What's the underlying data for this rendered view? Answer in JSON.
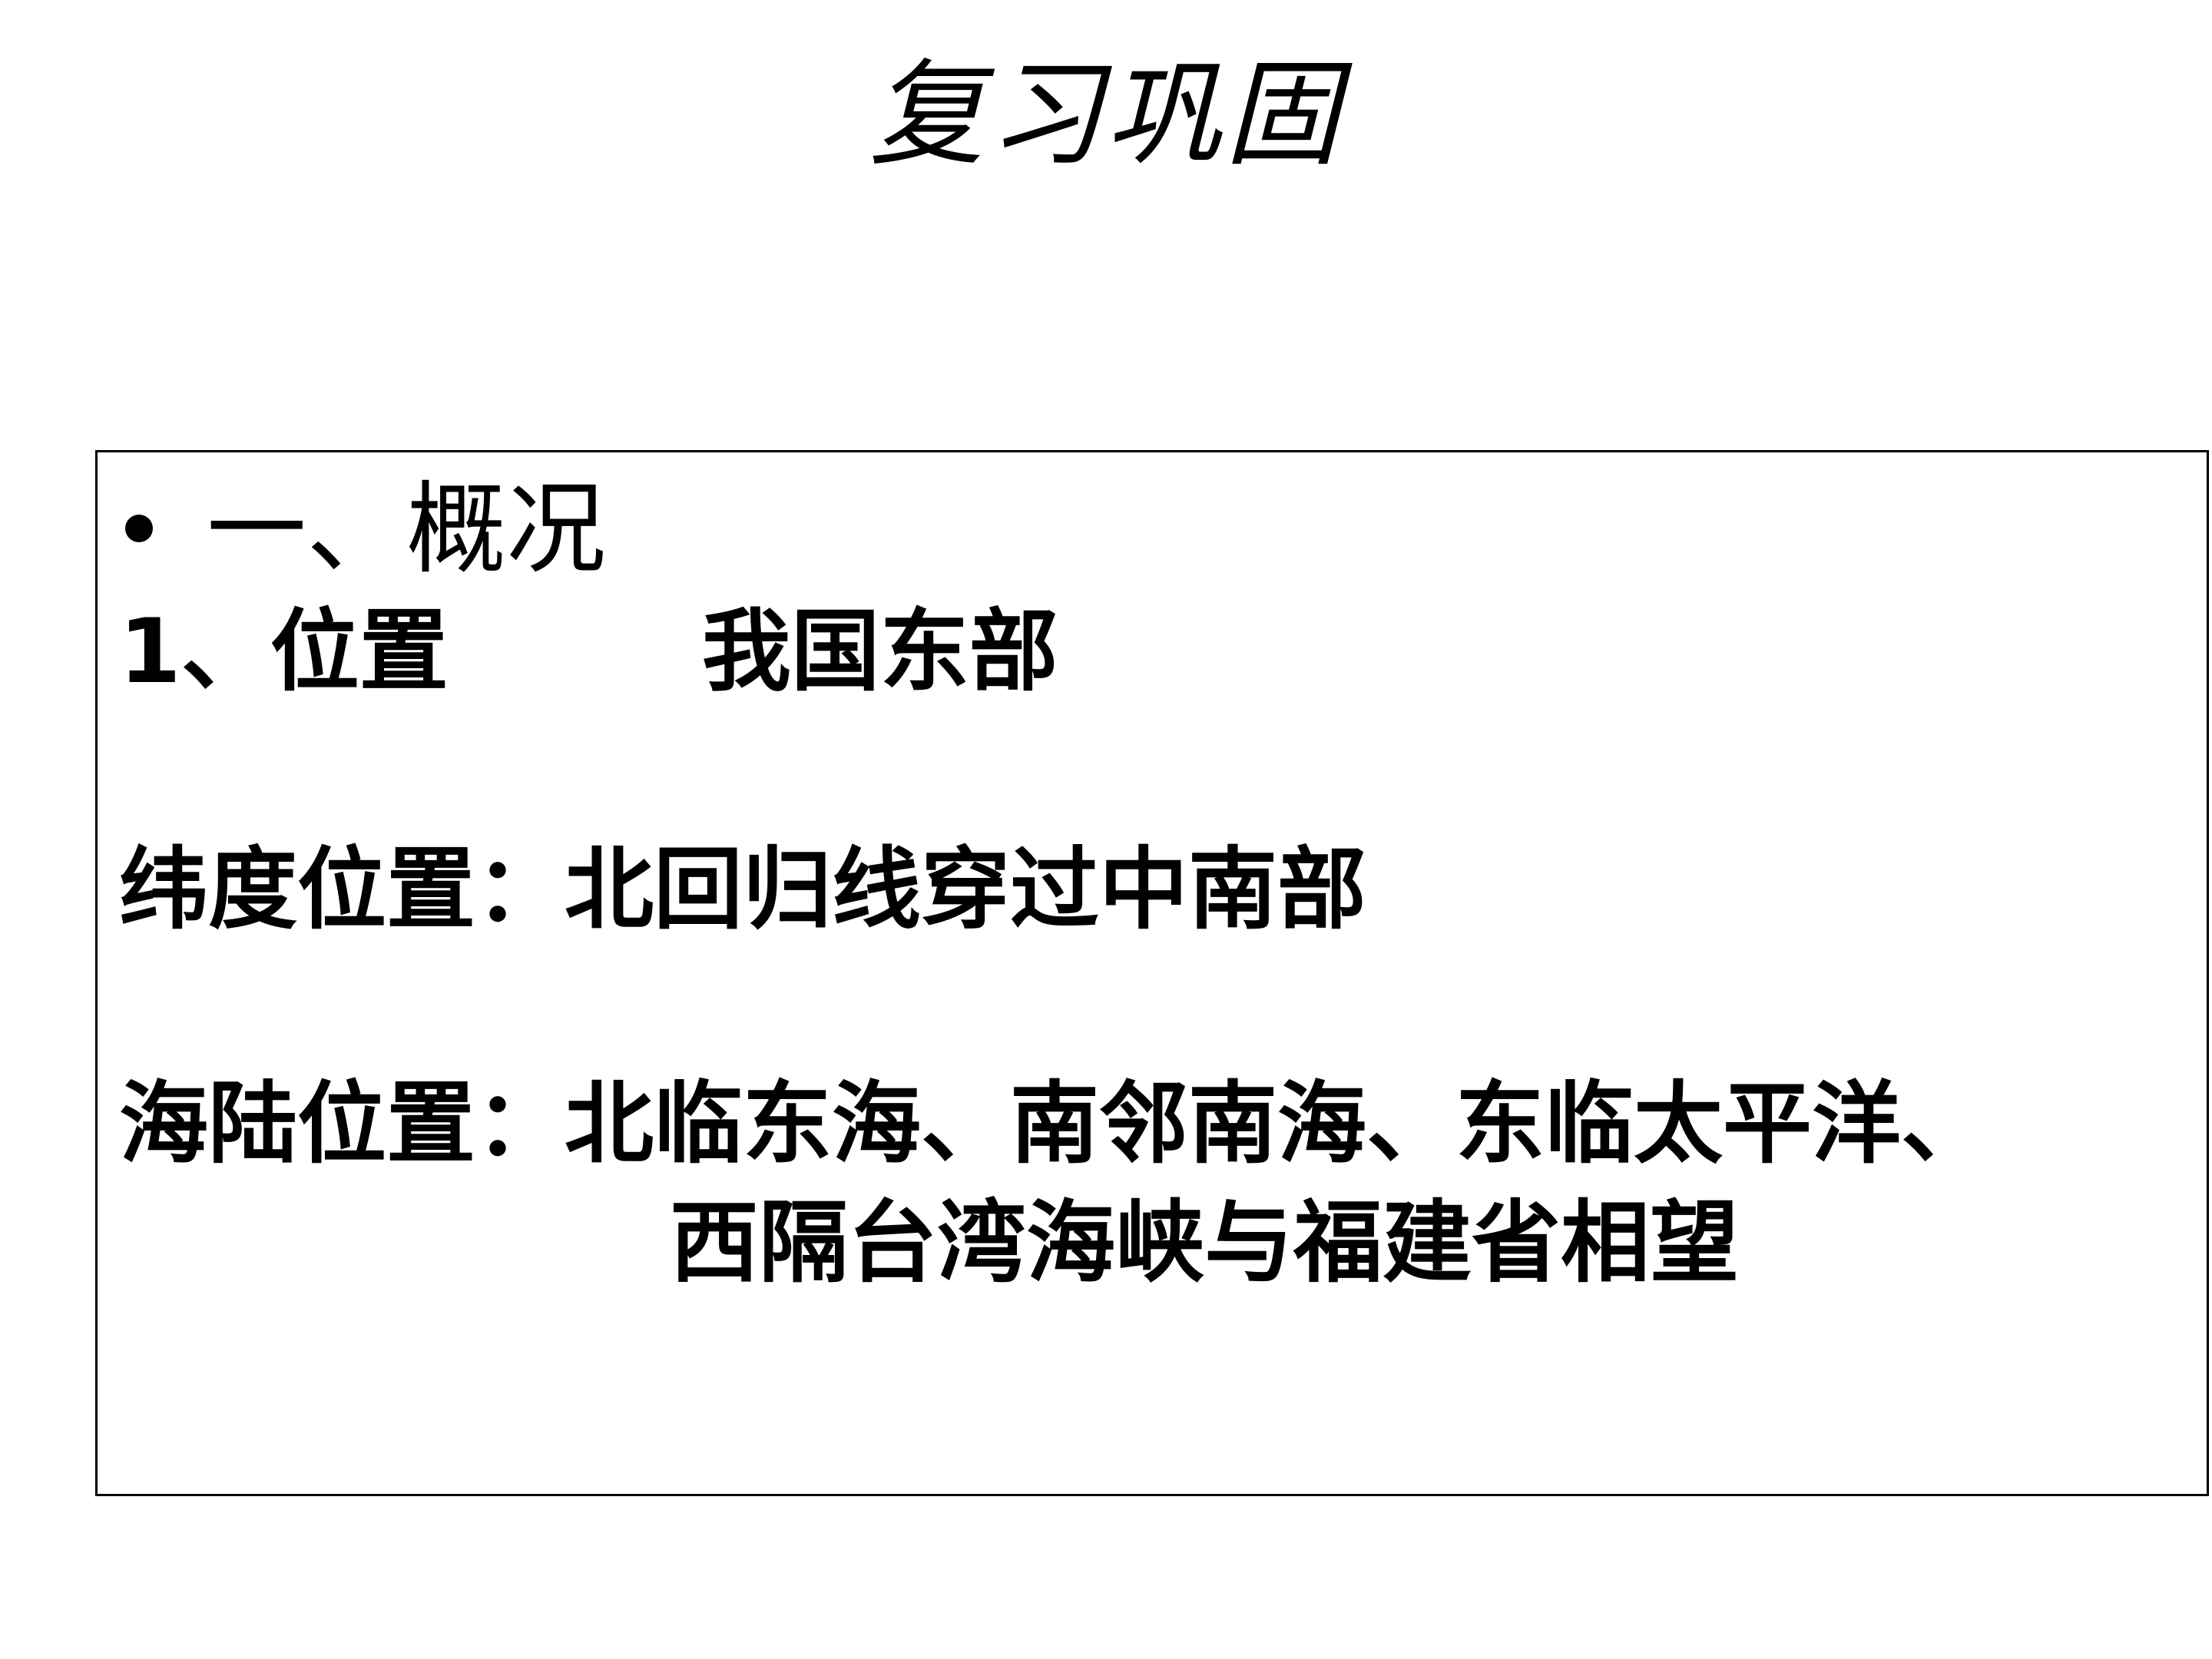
{
  "title": "复习巩固",
  "section": {
    "heading": "一、概况"
  },
  "position": {
    "label": "1、位置",
    "value": "我国东部"
  },
  "latitude": {
    "label": "纬度位置：",
    "value": "北回归线穿过中南部"
  },
  "sea_land": {
    "label": "海陆位置：",
    "line1": "北临东海、南邻南海、东临太平洋、",
    "line2": "西隔台湾海峡与福建省相望"
  }
}
